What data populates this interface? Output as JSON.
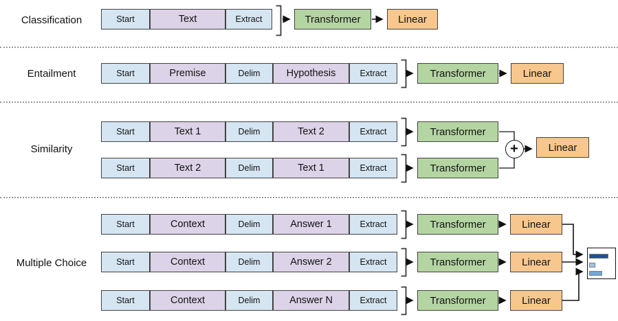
{
  "figure": {
    "description": "Task-specific input transformations diagram",
    "colors": {
      "token_special_fill": "#d5e5f2",
      "token_text_fill": "#dcd3e8",
      "transformer_fill": "#b4d5a2",
      "linear_fill": "#f8c78e",
      "box_border": "#424242",
      "bar_large": "#1f4e9e",
      "bar_small": "#9fc5e8",
      "bar_medium": "#6fa8dc"
    },
    "sections": [
      {
        "label": "Classification",
        "rows": [
          {
            "tokens": [
              {
                "label": "Start",
                "type": "special"
              },
              {
                "label": "Text",
                "type": "text"
              },
              {
                "label": "Extract",
                "type": "special"
              }
            ],
            "transformer": "Transformer",
            "linear": "Linear"
          }
        ]
      },
      {
        "label": "Entailment",
        "rows": [
          {
            "tokens": [
              {
                "label": "Start",
                "type": "special"
              },
              {
                "label": "Premise",
                "type": "text"
              },
              {
                "label": "Delim",
                "type": "special"
              },
              {
                "label": "Hypothesis",
                "type": "text"
              },
              {
                "label": "Extract",
                "type": "special"
              }
            ],
            "transformer": "Transformer",
            "linear": "Linear"
          }
        ]
      },
      {
        "label": "Similarity",
        "rows": [
          {
            "tokens": [
              {
                "label": "Start",
                "type": "special"
              },
              {
                "label": "Text 1",
                "type": "text"
              },
              {
                "label": "Delim",
                "type": "special"
              },
              {
                "label": "Text 2",
                "type": "text"
              },
              {
                "label": "Extract",
                "type": "special"
              }
            ],
            "transformer": "Transformer"
          },
          {
            "tokens": [
              {
                "label": "Start",
                "type": "special"
              },
              {
                "label": "Text 2",
                "type": "text"
              },
              {
                "label": "Delim",
                "type": "special"
              },
              {
                "label": "Text 1",
                "type": "text"
              },
              {
                "label": "Extract",
                "type": "special"
              }
            ],
            "transformer": "Transformer"
          }
        ],
        "aggregator": {
          "icon": "plus-icon",
          "symbol": "+"
        },
        "linear": "Linear"
      },
      {
        "label": "Multiple Choice",
        "rows": [
          {
            "tokens": [
              {
                "label": "Start",
                "type": "special"
              },
              {
                "label": "Context",
                "type": "text"
              },
              {
                "label": "Delim",
                "type": "special"
              },
              {
                "label": "Answer 1",
                "type": "text"
              },
              {
                "label": "Extract",
                "type": "special"
              }
            ],
            "transformer": "Transformer",
            "linear": "Linear"
          },
          {
            "tokens": [
              {
                "label": "Start",
                "type": "special"
              },
              {
                "label": "Context",
                "type": "text"
              },
              {
                "label": "Delim",
                "type": "special"
              },
              {
                "label": "Answer 2",
                "type": "text"
              },
              {
                "label": "Extract",
                "type": "special"
              }
            ],
            "transformer": "Transformer",
            "linear": "Linear"
          },
          {
            "tokens": [
              {
                "label": "Start",
                "type": "special"
              },
              {
                "label": "Context",
                "type": "text"
              },
              {
                "label": "Delim",
                "type": "special"
              },
              {
                "label": "Answer N",
                "type": "text"
              },
              {
                "label": "Extract",
                "type": "special"
              }
            ],
            "transformer": "Transformer",
            "linear": "Linear"
          }
        ],
        "output": {
          "icon": "bar-chart-icon",
          "bars": [
            {
              "size": "large",
              "color": "#1f4e9e"
            },
            {
              "size": "small",
              "color": "#9fc5e8"
            },
            {
              "size": "medium",
              "color": "#6fa8dc"
            }
          ]
        }
      }
    ]
  }
}
